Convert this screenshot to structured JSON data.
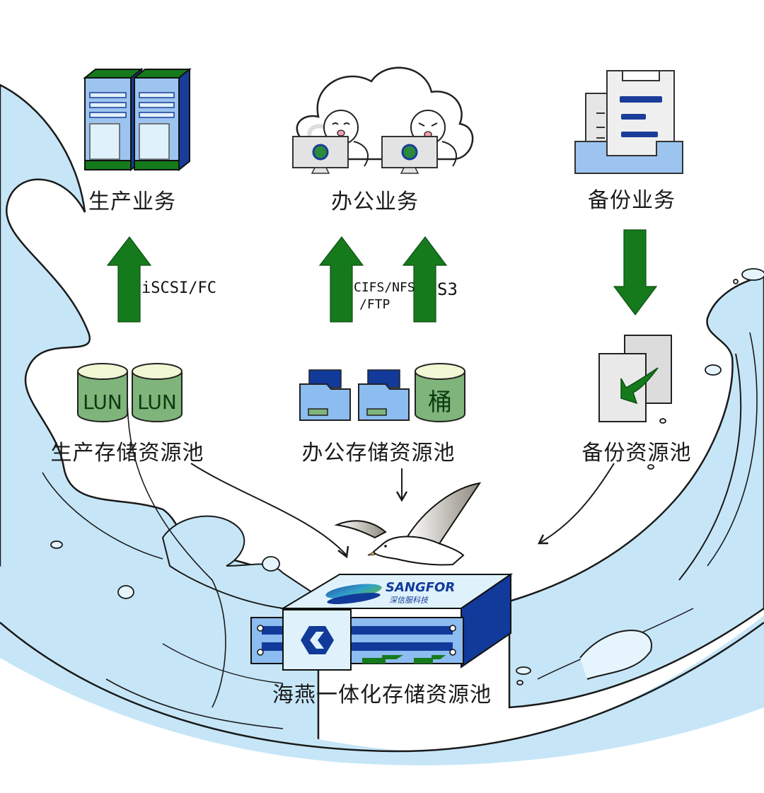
{
  "title": "海燕一体化存储资源池",
  "colors": {
    "arrow_green": "#157a1c",
    "server_blue": "#1a3d9a",
    "server_light": "#9cc4ef",
    "lun_green": "#7fb47a",
    "lun_top": "#f2f7d4",
    "folder_light": "#8cbcf0",
    "folder_dark": "#123a9a",
    "wave_fill": "#c6e6f8",
    "wave_line": "#1a1a1a",
    "paper_gray": "#e9e9e9"
  },
  "services": [
    {
      "id": "production",
      "label": "生产业务",
      "icon": "server-pair-icon"
    },
    {
      "id": "office",
      "label": "办公业务",
      "icon": "cloud-users-monitors-icon"
    },
    {
      "id": "backup",
      "label": "备份业务",
      "icon": "document-tray-icon"
    }
  ],
  "protocols": {
    "production": "iSCSI/FC",
    "office_file_line1": "CIFS/NFS",
    "office_file_line2": "/FTP",
    "office_object": "S3"
  },
  "pools": [
    {
      "id": "production",
      "label": "生产存储资源池",
      "items": [
        "LUN",
        "LUN"
      ]
    },
    {
      "id": "office",
      "label": "办公存储资源池",
      "items": [
        "folder",
        "folder",
        "桶"
      ]
    },
    {
      "id": "backup",
      "label": "备份资源池",
      "items": [
        "backup-copy"
      ]
    }
  ],
  "appliance": {
    "brand": "SANGFOR",
    "brand_cn": "深信服科技",
    "label": "海燕一体化存储资源池"
  },
  "bucket_label": "桶"
}
